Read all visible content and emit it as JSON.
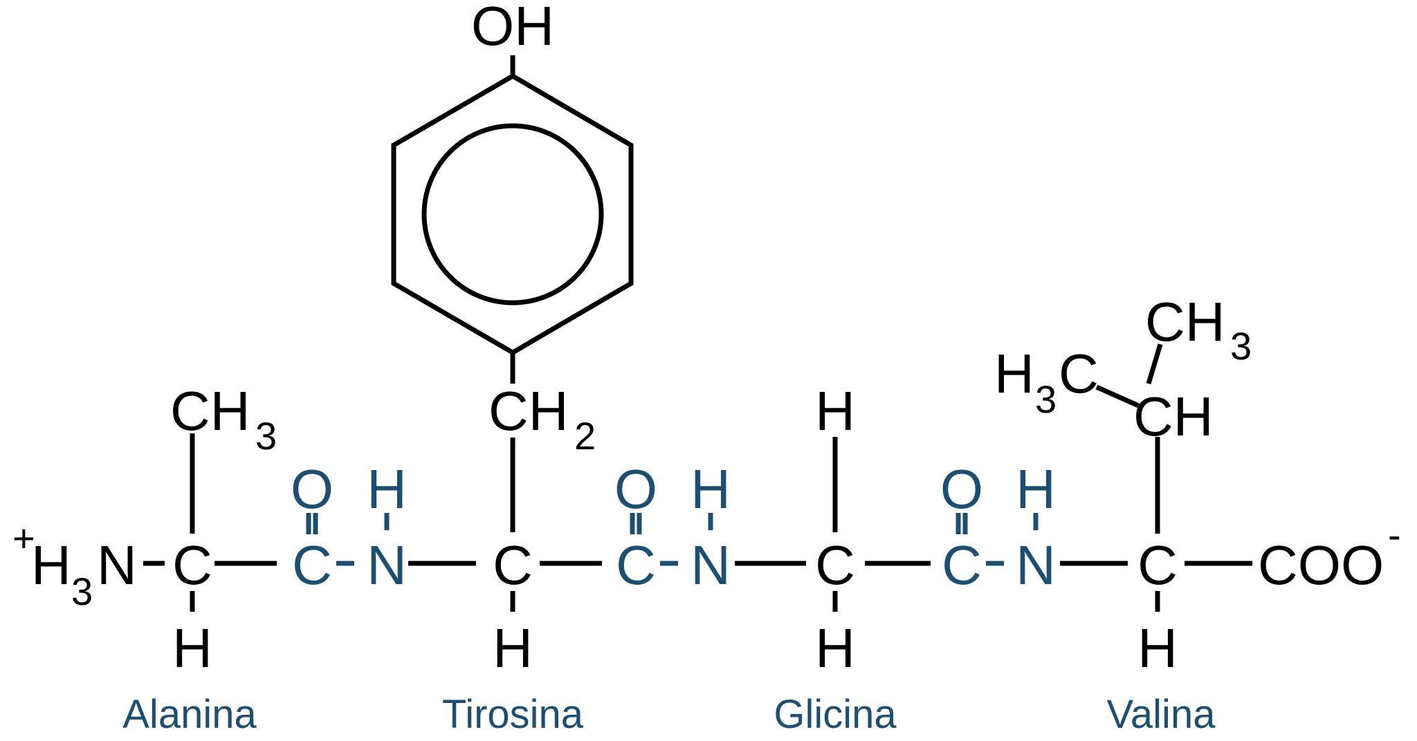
{
  "colors": {
    "bond": "#000000",
    "backbone_peptide": "#1d4f73",
    "label": "#1d4f73",
    "background": "#ffffff"
  },
  "atoms": {
    "oh": "OH",
    "n_term_charge": "+",
    "n_term_h": "H",
    "n_term_sub": "3",
    "n_term_n": "N",
    "c": "C",
    "o": "O",
    "n": "N",
    "h": "H",
    "ch": "CH",
    "ch3_c": "CH",
    "ch3_sub": "3",
    "ch2_sub": "2",
    "h3c_h": "H",
    "h3c_sub": "3",
    "h3c_c": "C",
    "coo": "COO",
    "coo_charge": "-"
  },
  "residues": [
    {
      "name": "Alanina"
    },
    {
      "name": "Tirosina"
    },
    {
      "name": "Glicina"
    },
    {
      "name": "Valina"
    }
  ]
}
